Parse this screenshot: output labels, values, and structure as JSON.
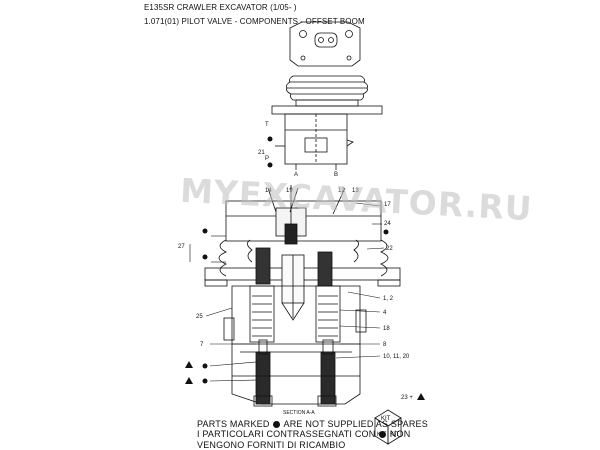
{
  "header": {
    "title": "E135SR CRAWLER EXCAVATOR (1/05- )",
    "subtitle": "1.071(01) PILOT VALVE - COMPONENTS - OFFSET BOOM"
  },
  "watermark": "MYEXCAVATOR.RU",
  "callouts": {
    "c21": "21",
    "cT": "T",
    "cP": "P",
    "cA": "A",
    "cB": "B",
    "c14": "14",
    "c19": "19",
    "c12": "12",
    "c13": "13",
    "c17": "17",
    "c24": "24",
    "c27": "27",
    "c22": "22",
    "c1_2": "1, 2",
    "c4": "4",
    "c25": "25",
    "c18": "18",
    "c7": "7",
    "c8": "8",
    "c10_11_20": "10, 11, 20",
    "c23": "23 +"
  },
  "section_label": "SECTION  A-A",
  "kit_box": {
    "top": "KIT",
    "left": "KIT",
    "right": "KIT"
  },
  "notes": {
    "line1_a": "PARTS MARKED",
    "line1_b": "ARE NOT SUPPLIED AS SPARES",
    "line2_a": "I  PARTICOLARI  CONTRASSEGNATI  CON",
    "line2_b": "NON",
    "line3": "VENGONO FORNITI DI RICAMBIO"
  }
}
